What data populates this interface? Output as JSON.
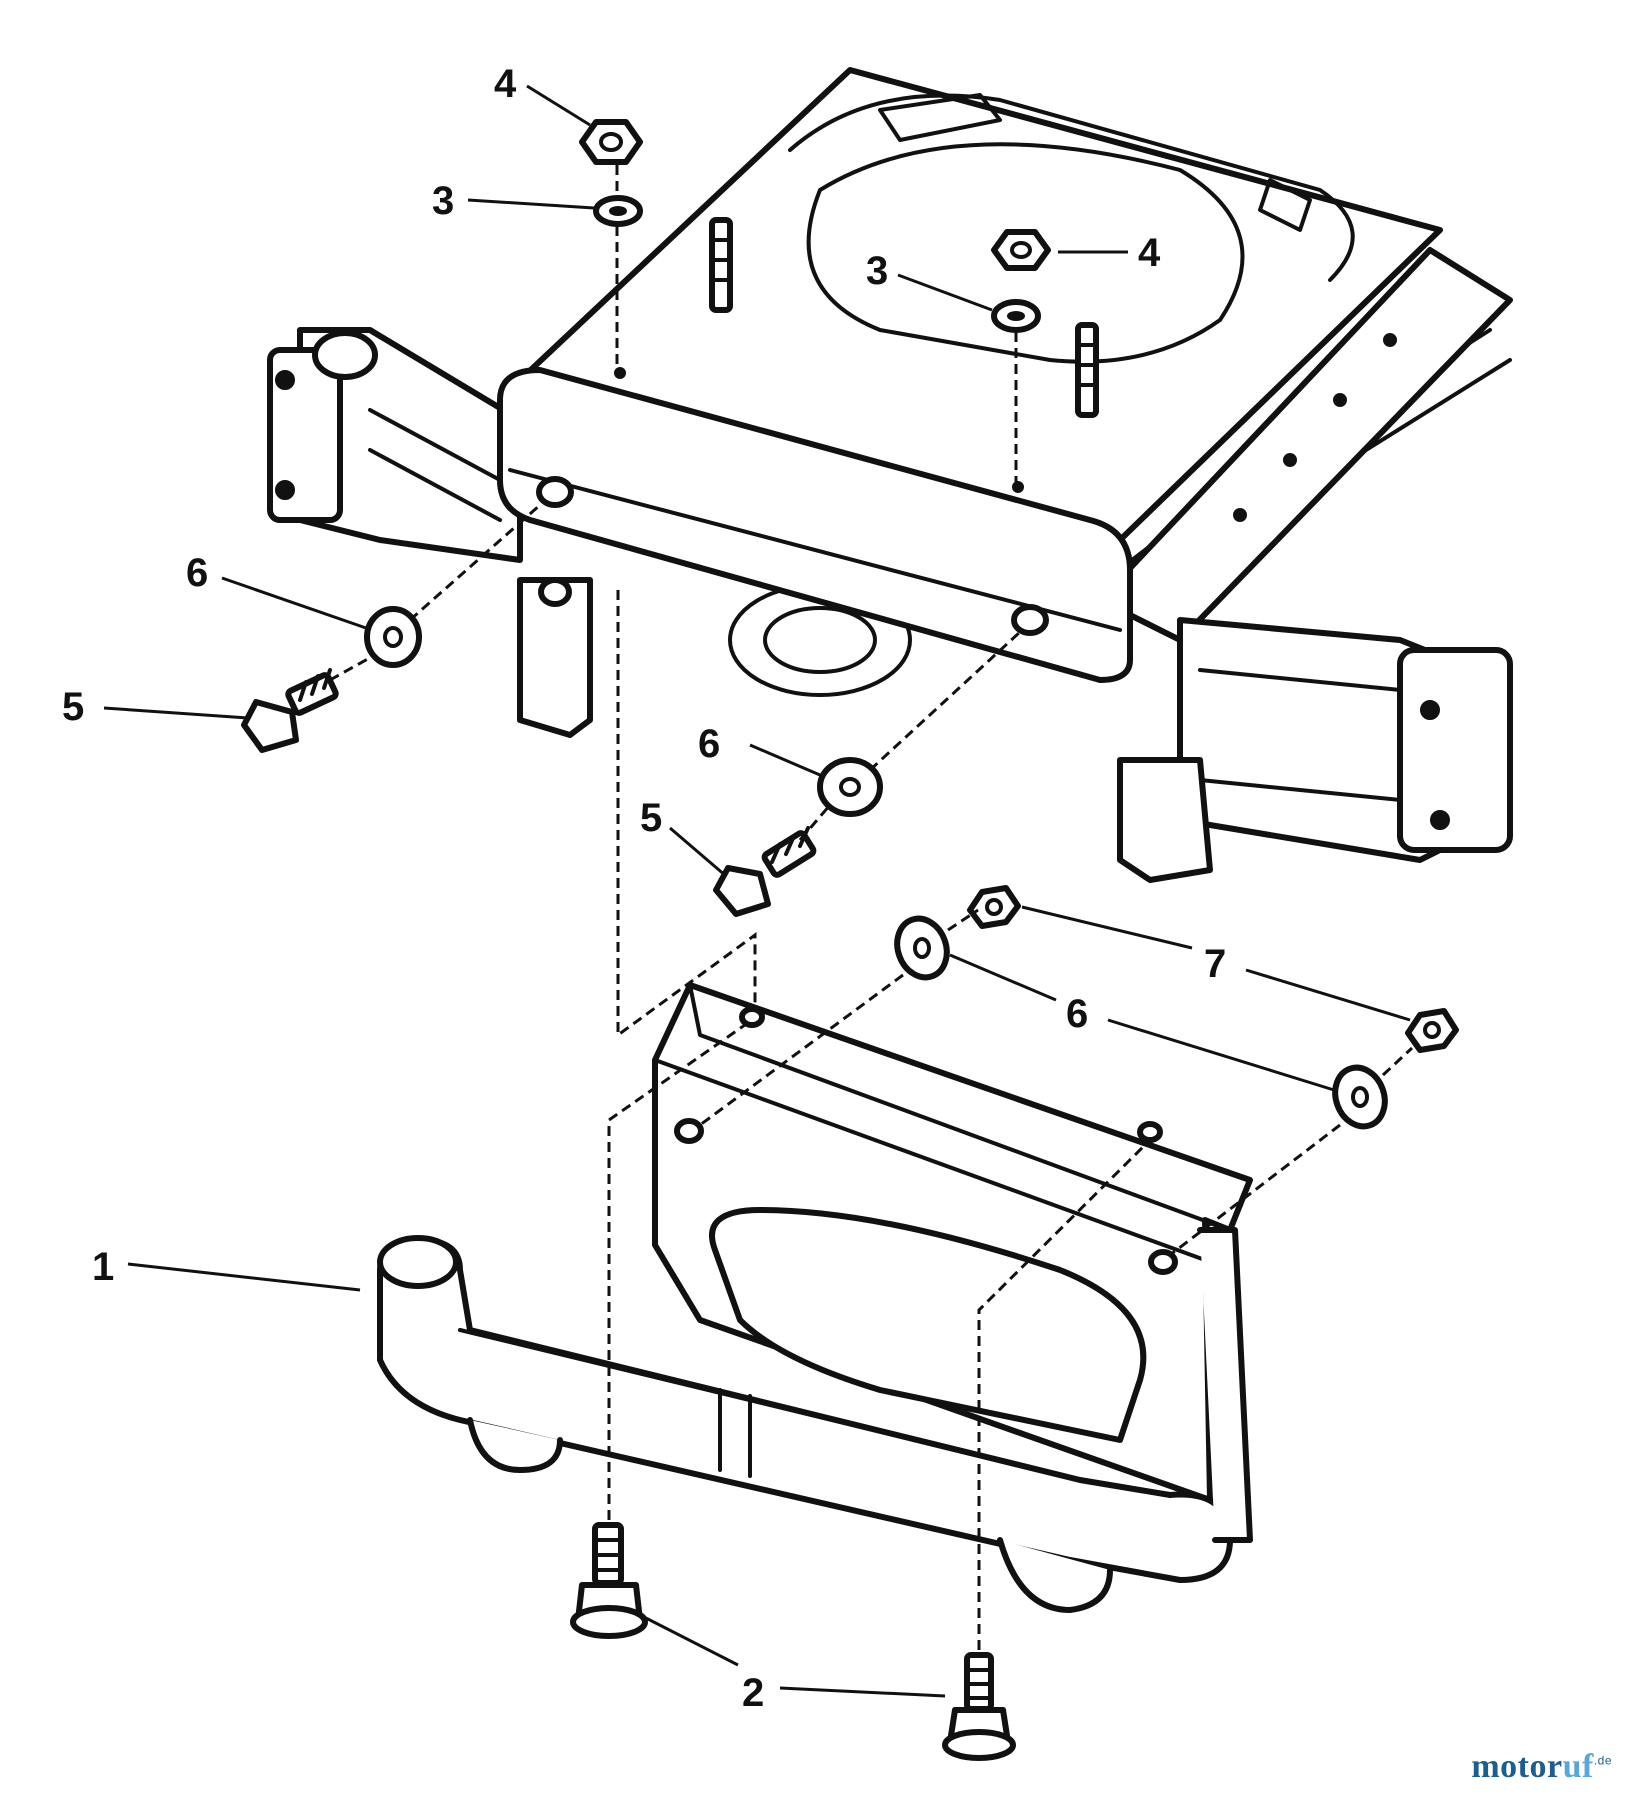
{
  "diagram": {
    "callouts": [
      {
        "id": "c4-top",
        "text": "4"
      },
      {
        "id": "c3-top",
        "text": "3"
      },
      {
        "id": "c3-mid",
        "text": "3"
      },
      {
        "id": "c4-mid",
        "text": "4"
      },
      {
        "id": "c6-left",
        "text": "6"
      },
      {
        "id": "c5-left",
        "text": "5"
      },
      {
        "id": "c6-center",
        "text": "6"
      },
      {
        "id": "c5-center",
        "text": "5"
      },
      {
        "id": "c7",
        "text": "7"
      },
      {
        "id": "c6-right",
        "text": "6"
      },
      {
        "id": "c1",
        "text": "1"
      },
      {
        "id": "c2",
        "text": "2"
      }
    ]
  },
  "watermark": {
    "text_main": "motor",
    "text_accent": "uf",
    "suffix": ".de"
  }
}
